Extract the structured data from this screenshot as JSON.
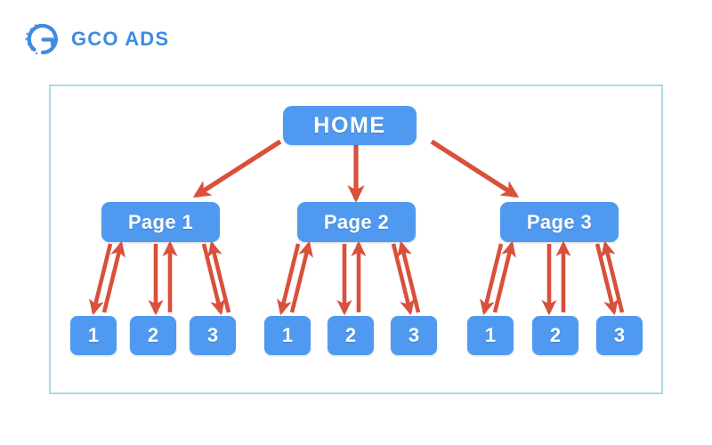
{
  "brand": {
    "name": "GCO ADS",
    "logo_icon": "gco-circular-g-logo-icon",
    "color": "#3d8ce0"
  },
  "diagram": {
    "type": "site-architecture-tree",
    "border_color": "#a9dbe8",
    "node_color": "#4f9af0",
    "node_text_color": "#ffffff",
    "arrow_color": "#d9503c",
    "root": {
      "label": "HOME"
    },
    "levels": [
      {
        "name": "root",
        "labels": [
          "HOME"
        ]
      },
      {
        "name": "pages",
        "labels": [
          "Page 1",
          "Page 2",
          "Page 3"
        ]
      },
      {
        "name": "leaves",
        "labels": [
          "1",
          "2",
          "3",
          "1",
          "2",
          "3",
          "1",
          "2",
          "3"
        ]
      }
    ],
    "groups": [
      {
        "parent": "Page 1",
        "children": [
          "1",
          "2",
          "3"
        ]
      },
      {
        "parent": "Page 2",
        "children": [
          "1",
          "2",
          "3"
        ]
      },
      {
        "parent": "Page 3",
        "children": [
          "1",
          "2",
          "3"
        ]
      }
    ],
    "connections": {
      "home_to_pages": [
        {
          "from": "HOME",
          "to": "Page 1",
          "direction": "one-way",
          "shape": "diagonal-down-left"
        },
        {
          "from": "HOME",
          "to": "Page 2",
          "direction": "one-way",
          "shape": "vertical-down"
        },
        {
          "from": "HOME",
          "to": "Page 3",
          "direction": "one-way",
          "shape": "diagonal-down-right"
        }
      ],
      "page_to_leaf": {
        "direction": "two-way",
        "arrows_per_link": 2
      }
    }
  }
}
